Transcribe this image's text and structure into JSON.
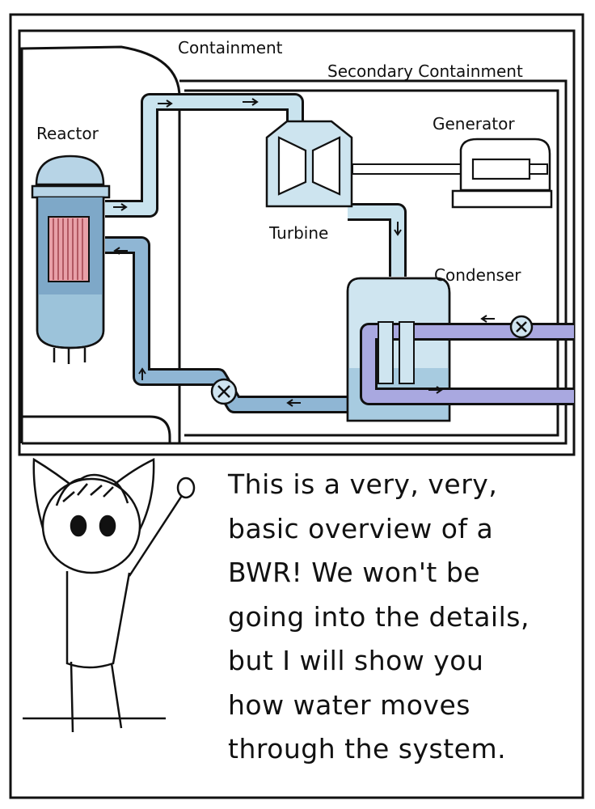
{
  "diagram": {
    "labels": {
      "containment": "Containment",
      "secondary_containment": "Secondary Containment",
      "reactor": "Reactor",
      "generator": "Generator",
      "turbine": "Turbine",
      "condenser": "Condenser"
    },
    "colors": {
      "steam_pipe": "#c9e3ee",
      "water_pipe": "#8fb6d4",
      "cooling_pipe": "#a9a8e0",
      "reactor_vessel": "#9cc3da",
      "fuel_rods": "#e8a0a8",
      "outline": "#111111"
    }
  },
  "speech": {
    "lines": [
      "This is a very, very,",
      "basic overview of a",
      "BWR! We won't be",
      "going into the details,",
      "but I will show you",
      "how water moves",
      "through the system."
    ]
  }
}
